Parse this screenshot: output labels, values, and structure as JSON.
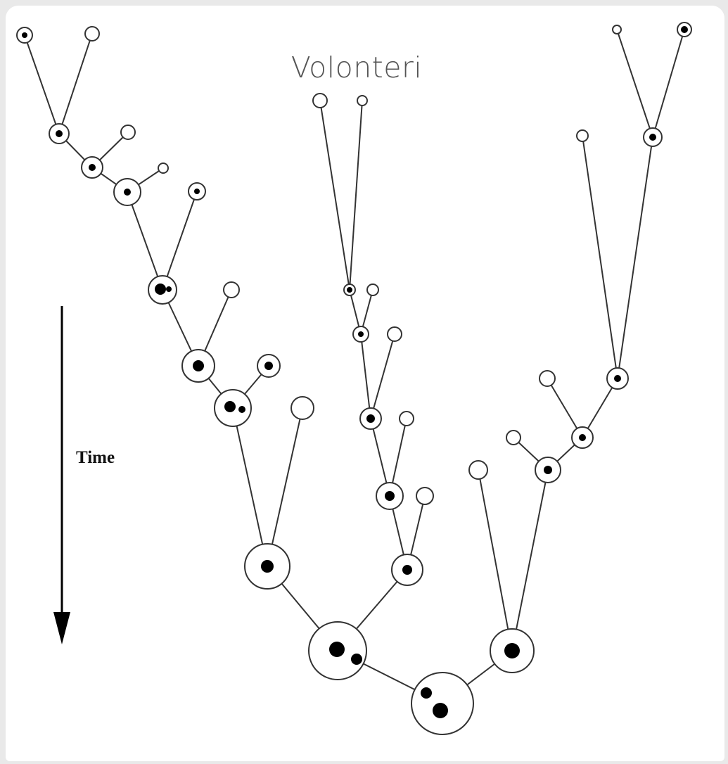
{
  "diagram": {
    "credit": "Volonteri",
    "time_axis_label": "Time",
    "colors": {
      "edge": "#333333",
      "halo_stroke": "#333333",
      "halo_fill": "#ffffff",
      "black_hole": "#000000"
    },
    "description_kind": "merger tree of halos hosting black holes"
  }
}
